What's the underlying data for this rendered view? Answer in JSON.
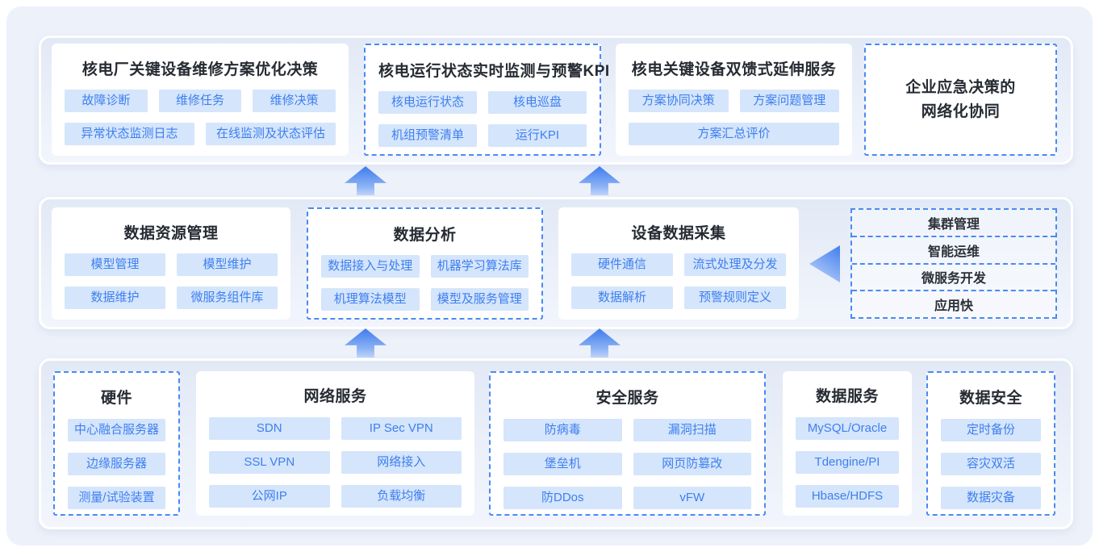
{
  "colors": {
    "accent": "#3d7ff0",
    "tag_bg": "#d5e5fb",
    "dash_border": "#4a8af4",
    "band_bg": "#e7edf8",
    "panel_bg": "#edf1fa"
  },
  "top_row": {
    "cards": [
      {
        "title": "核电厂关键设备维修方案优化决策",
        "rows": [
          [
            "故障诊断",
            "维修任务",
            "维修决策"
          ],
          [
            "异常状态监测日志",
            "在线监测及状态评估"
          ]
        ]
      },
      {
        "title": "核电运行状态实时监测与预警KPI",
        "rows": [
          [
            "核电运行状态",
            "核电巡盘"
          ],
          [
            "机组预警清单",
            "运行KPI"
          ]
        ]
      },
      {
        "title": "核电关键设备双馈式延伸服务",
        "rows": [
          [
            "方案协同决策",
            "方案问题管理"
          ],
          [
            "方案汇总评价"
          ]
        ]
      },
      {
        "title": "企业应急决策的\n网络化协同",
        "rows": []
      }
    ]
  },
  "middle_row": {
    "cards": [
      {
        "title": "数据资源管理",
        "rows": [
          [
            "模型管理",
            "模型维护"
          ],
          [
            "数据维护",
            "微服务组件库"
          ]
        ]
      },
      {
        "title": "数据分析",
        "rows": [
          [
            "数据接入与处理",
            "机器学习算法库"
          ],
          [
            "机理算法模型",
            "模型及服务管理"
          ]
        ]
      },
      {
        "title": "设备数据采集",
        "rows": [
          [
            "硬件通信",
            "流式处理及分发"
          ],
          [
            "数据解析",
            "预警规则定义"
          ]
        ]
      }
    ],
    "platform_list": {
      "items": [
        "集群管理",
        "智能运维",
        "微服务开发",
        "应用快"
      ]
    }
  },
  "bottom_row": {
    "cards": [
      {
        "title": "硬件",
        "rows": [
          [
            "中心融合服务器"
          ],
          [
            "边缘服务器"
          ],
          [
            "测量/试验装置"
          ]
        ]
      },
      {
        "title": "网络服务",
        "rows": [
          [
            "SDN",
            "IP Sec VPN"
          ],
          [
            "SSL VPN",
            "网络接入"
          ],
          [
            "公网IP",
            "负载均衡"
          ]
        ]
      },
      {
        "title": "安全服务",
        "rows": [
          [
            "防病毒",
            "漏洞扫描"
          ],
          [
            "堡垒机",
            "网页防篡改"
          ],
          [
            "防DDos",
            "vFW"
          ]
        ]
      },
      {
        "title": "数据服务",
        "rows": [
          [
            "MySQL/Oracle"
          ],
          [
            "Tdengine/PI"
          ],
          [
            "Hbase/HDFS"
          ]
        ]
      },
      {
        "title": "数据安全",
        "rows": [
          [
            "定时备份"
          ],
          [
            "容灾双活"
          ],
          [
            "数据灾备"
          ]
        ]
      }
    ]
  }
}
